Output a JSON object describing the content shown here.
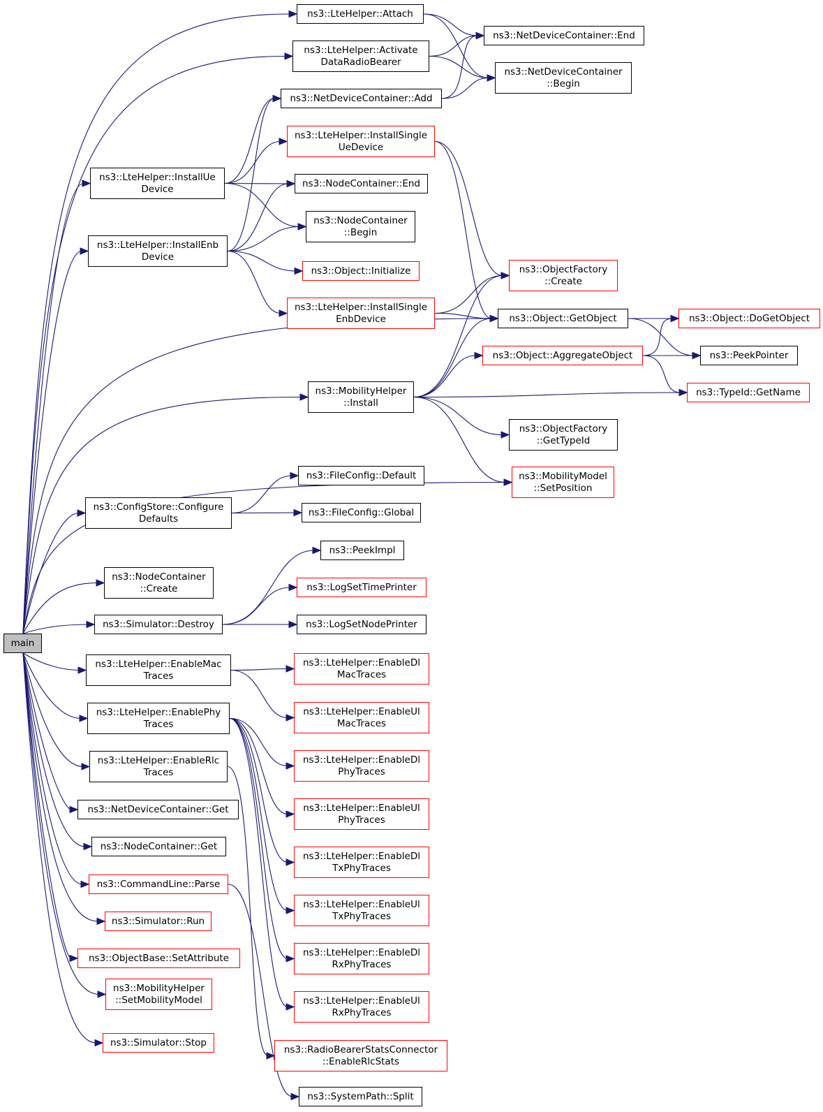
{
  "colors": {
    "edge": "#191970",
    "border_default": "#000000",
    "border_undocumented": "#ff0000",
    "root_fill": "#bfbfbf"
  },
  "nodes": [
    {
      "id": "main",
      "lines": [
        "main"
      ],
      "root": true
    },
    {
      "id": "attach",
      "lines": [
        "ns3::LteHelper::Attach"
      ]
    },
    {
      "id": "adrb",
      "lines": [
        "ns3::LteHelper::Activate",
        "DataRadioBearer"
      ]
    },
    {
      "id": "ndcend",
      "lines": [
        "ns3::NetDeviceContainer::End"
      ]
    },
    {
      "id": "ndcbegin",
      "lines": [
        "ns3::NetDeviceContainer",
        "::Begin"
      ]
    },
    {
      "id": "ndcadd",
      "lines": [
        "ns3::NetDeviceContainer::Add"
      ]
    },
    {
      "id": "isued",
      "lines": [
        "ns3::LteHelper::InstallSingle",
        "UeDevice"
      ],
      "red": true
    },
    {
      "id": "iued",
      "lines": [
        "ns3::LteHelper::InstallUe",
        "Device"
      ]
    },
    {
      "id": "ncend",
      "lines": [
        "ns3::NodeContainer::End"
      ]
    },
    {
      "id": "ncbegin",
      "lines": [
        "ns3::NodeContainer",
        "::Begin"
      ]
    },
    {
      "id": "ienbd",
      "lines": [
        "ns3::LteHelper::InstallEnb",
        "Device"
      ]
    },
    {
      "id": "objinit",
      "lines": [
        "ns3::Object::Initialize"
      ],
      "red": true
    },
    {
      "id": "ofcreate",
      "lines": [
        "ns3::ObjectFactory",
        "::Create"
      ],
      "red": true
    },
    {
      "id": "isenbd",
      "lines": [
        "ns3::LteHelper::InstallSingle",
        "EnbDevice"
      ],
      "red": true
    },
    {
      "id": "getobj",
      "lines": [
        "ns3::Object::GetObject"
      ]
    },
    {
      "id": "dogetobj",
      "lines": [
        "ns3::Object::DoGetObject"
      ],
      "red": true
    },
    {
      "id": "aggobj",
      "lines": [
        "ns3::Object::AggregateObject"
      ],
      "red": true
    },
    {
      "id": "peekptr",
      "lines": [
        "ns3::PeekPointer"
      ]
    },
    {
      "id": "mhinstall",
      "lines": [
        "ns3::MobilityHelper",
        "::Install"
      ]
    },
    {
      "id": "typeidname",
      "lines": [
        "ns3::TypeId::GetName"
      ],
      "red": true
    },
    {
      "id": "ofgettid",
      "lines": [
        "ns3::ObjectFactory",
        "::GetTypeId"
      ]
    },
    {
      "id": "mmsetpos",
      "lines": [
        "ns3::MobilityModel",
        "::SetPosition"
      ],
      "red": true
    },
    {
      "id": "fcdefault",
      "lines": [
        "ns3::FileConfig::Default"
      ]
    },
    {
      "id": "cscfg",
      "lines": [
        "ns3::ConfigStore::Configure",
        "Defaults"
      ]
    },
    {
      "id": "fcglobal",
      "lines": [
        "ns3::FileConfig::Global"
      ]
    },
    {
      "id": "peekimpl",
      "lines": [
        "ns3::PeekImpl"
      ]
    },
    {
      "id": "nccreate",
      "lines": [
        "ns3::NodeContainer",
        "::Create"
      ]
    },
    {
      "id": "logtime",
      "lines": [
        "ns3::LogSetTimePrinter"
      ],
      "red": true
    },
    {
      "id": "simdestroy",
      "lines": [
        "ns3::Simulator::Destroy"
      ]
    },
    {
      "id": "lognode",
      "lines": [
        "ns3::LogSetNodePrinter"
      ]
    },
    {
      "id": "emac",
      "lines": [
        "ns3::LteHelper::EnableMac",
        "Traces"
      ]
    },
    {
      "id": "edlmac",
      "lines": [
        "ns3::LteHelper::EnableDl",
        "MacTraces"
      ],
      "red": true
    },
    {
      "id": "ephy",
      "lines": [
        "ns3::LteHelper::EnablePhy",
        "Traces"
      ]
    },
    {
      "id": "eulmac",
      "lines": [
        "ns3::LteHelper::EnableUl",
        "MacTraces"
      ],
      "red": true
    },
    {
      "id": "erlc",
      "lines": [
        "ns3::LteHelper::EnableRlc",
        "Traces"
      ]
    },
    {
      "id": "edlphy",
      "lines": [
        "ns3::LteHelper::EnableDl",
        "PhyTraces"
      ],
      "red": true
    },
    {
      "id": "ndcget",
      "lines": [
        "ns3::NetDeviceContainer::Get"
      ]
    },
    {
      "id": "eulphy",
      "lines": [
        "ns3::LteHelper::EnableUl",
        "PhyTraces"
      ],
      "red": true
    },
    {
      "id": "ncget",
      "lines": [
        "ns3::NodeContainer::Get"
      ]
    },
    {
      "id": "edltx",
      "lines": [
        "ns3::LteHelper::EnableDl",
        "TxPhyTraces"
      ],
      "red": true
    },
    {
      "id": "clparse",
      "lines": [
        "ns3::CommandLine::Parse"
      ],
      "red": true
    },
    {
      "id": "eultx",
      "lines": [
        "ns3::LteHelper::EnableUl",
        "TxPhyTraces"
      ],
      "red": true
    },
    {
      "id": "simrun",
      "lines": [
        "ns3::Simulator::Run"
      ],
      "red": true
    },
    {
      "id": "edlrx",
      "lines": [
        "ns3::LteHelper::EnableDl",
        "RxPhyTraces"
      ],
      "red": true
    },
    {
      "id": "obsetattr",
      "lines": [
        "ns3::ObjectBase::SetAttribute"
      ],
      "red": true
    },
    {
      "id": "mhsetmm",
      "lines": [
        "ns3::MobilityHelper",
        "::SetMobilityModel"
      ],
      "red": true
    },
    {
      "id": "eulrx",
      "lines": [
        "ns3::LteHelper::EnableUl",
        "RxPhyTraces"
      ],
      "red": true
    },
    {
      "id": "simstop",
      "lines": [
        "ns3::Simulator::Stop"
      ],
      "red": true
    },
    {
      "id": "rbsc",
      "lines": [
        "ns3::RadioBearerStatsConnector",
        "::EnableRlcStats"
      ],
      "red": true
    },
    {
      "id": "splitpath",
      "lines": [
        "ns3::SystemPath::Split"
      ]
    }
  ],
  "edges": [
    [
      "main",
      "attach"
    ],
    [
      "main",
      "adrb"
    ],
    [
      "main",
      "iued"
    ],
    [
      "main",
      "ienbd"
    ],
    [
      "main",
      "getobj"
    ],
    [
      "main",
      "mhinstall"
    ],
    [
      "main",
      "mmsetpos"
    ],
    [
      "main",
      "cscfg"
    ],
    [
      "main",
      "nccreate"
    ],
    [
      "main",
      "simdestroy"
    ],
    [
      "main",
      "emac"
    ],
    [
      "main",
      "ephy"
    ],
    [
      "main",
      "erlc"
    ],
    [
      "main",
      "ndcget"
    ],
    [
      "main",
      "ncget"
    ],
    [
      "main",
      "clparse"
    ],
    [
      "main",
      "simrun"
    ],
    [
      "main",
      "obsetattr"
    ],
    [
      "main",
      "mhsetmm"
    ],
    [
      "main",
      "simstop"
    ],
    [
      "attach",
      "ndcend"
    ],
    [
      "attach",
      "ndcbegin"
    ],
    [
      "adrb",
      "ndcend"
    ],
    [
      "adrb",
      "ndcbegin"
    ],
    [
      "ndcadd",
      "ndcend"
    ],
    [
      "ndcadd",
      "ndcbegin"
    ],
    [
      "iued",
      "ndcadd"
    ],
    [
      "iued",
      "isued"
    ],
    [
      "iued",
      "ncend"
    ],
    [
      "iued",
      "ncbegin"
    ],
    [
      "ienbd",
      "ndcadd"
    ],
    [
      "ienbd",
      "ncend"
    ],
    [
      "ienbd",
      "ncbegin"
    ],
    [
      "ienbd",
      "objinit"
    ],
    [
      "ienbd",
      "isenbd"
    ],
    [
      "isued",
      "ofcreate"
    ],
    [
      "isued",
      "getobj"
    ],
    [
      "isenbd",
      "ofcreate"
    ],
    [
      "isenbd",
      "getobj"
    ],
    [
      "getobj",
      "dogetobj"
    ],
    [
      "getobj",
      "peekptr"
    ],
    [
      "aggobj",
      "dogetobj"
    ],
    [
      "aggobj",
      "peekptr"
    ],
    [
      "aggobj",
      "typeidname"
    ],
    [
      "mhinstall",
      "ofcreate"
    ],
    [
      "mhinstall",
      "getobj"
    ],
    [
      "mhinstall",
      "aggobj"
    ],
    [
      "mhinstall",
      "typeidname"
    ],
    [
      "mhinstall",
      "ofgettid"
    ],
    [
      "mhinstall",
      "mmsetpos"
    ],
    [
      "cscfg",
      "fcdefault"
    ],
    [
      "cscfg",
      "fcglobal"
    ],
    [
      "simdestroy",
      "peekimpl"
    ],
    [
      "simdestroy",
      "logtime"
    ],
    [
      "simdestroy",
      "lognode"
    ],
    [
      "emac",
      "edlmac"
    ],
    [
      "emac",
      "eulmac"
    ],
    [
      "ephy",
      "edlphy"
    ],
    [
      "ephy",
      "eulphy"
    ],
    [
      "ephy",
      "edltx"
    ],
    [
      "ephy",
      "eultx"
    ],
    [
      "ephy",
      "edlrx"
    ],
    [
      "ephy",
      "eulrx"
    ],
    [
      "erlc",
      "rbsc"
    ],
    [
      "clparse",
      "splitpath"
    ]
  ]
}
